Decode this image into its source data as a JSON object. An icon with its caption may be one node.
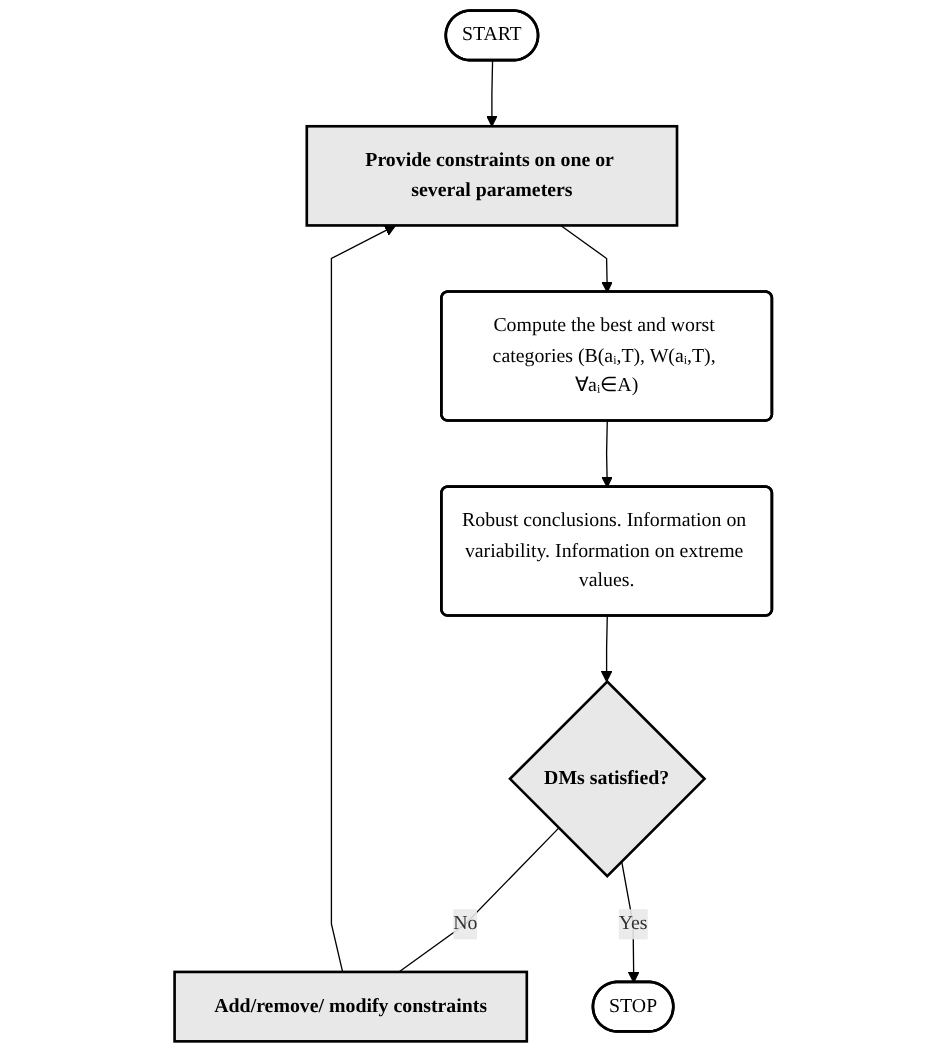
{
  "diagram": {
    "nodes": [
      {
        "text": [
          "START"
        ]
      },
      {
        "text": [
          "Provide constraints on one or several parameters"
        ]
      },
      {
        "text": [
          "Compute the best and worst categories (B(aᵢ,T), W(aᵢ,T), ∀aᵢ∈A)"
        ]
      },
      {
        "text": [
          "Robust conclusions. Information on variability. Information on extreme values."
        ]
      },
      {
        "text": [
          "DMs satisfied?"
        ]
      },
      {
        "text": [
          "Add/remove/ modify constraints"
        ]
      },
      {
        "text": [
          "STOP"
        ]
      }
    ],
    "edges": [
      {
        "from": 0,
        "to": 1,
        "arrow": "to"
      },
      {
        "from": 1,
        "to": 2,
        "arrow": "to"
      },
      {
        "from": 2,
        "to": 3,
        "arrow": "to"
      },
      {
        "from": 3,
        "to": 4,
        "arrow": "to"
      },
      {
        "from": 4,
        "to": 5,
        "arrow": "none",
        "label": "No"
      },
      {
        "from": 5,
        "to": 1,
        "arrow": "to"
      },
      {
        "from": 4,
        "to": 6,
        "arrow": "to",
        "label": "Yes"
      }
    ]
  }
}
